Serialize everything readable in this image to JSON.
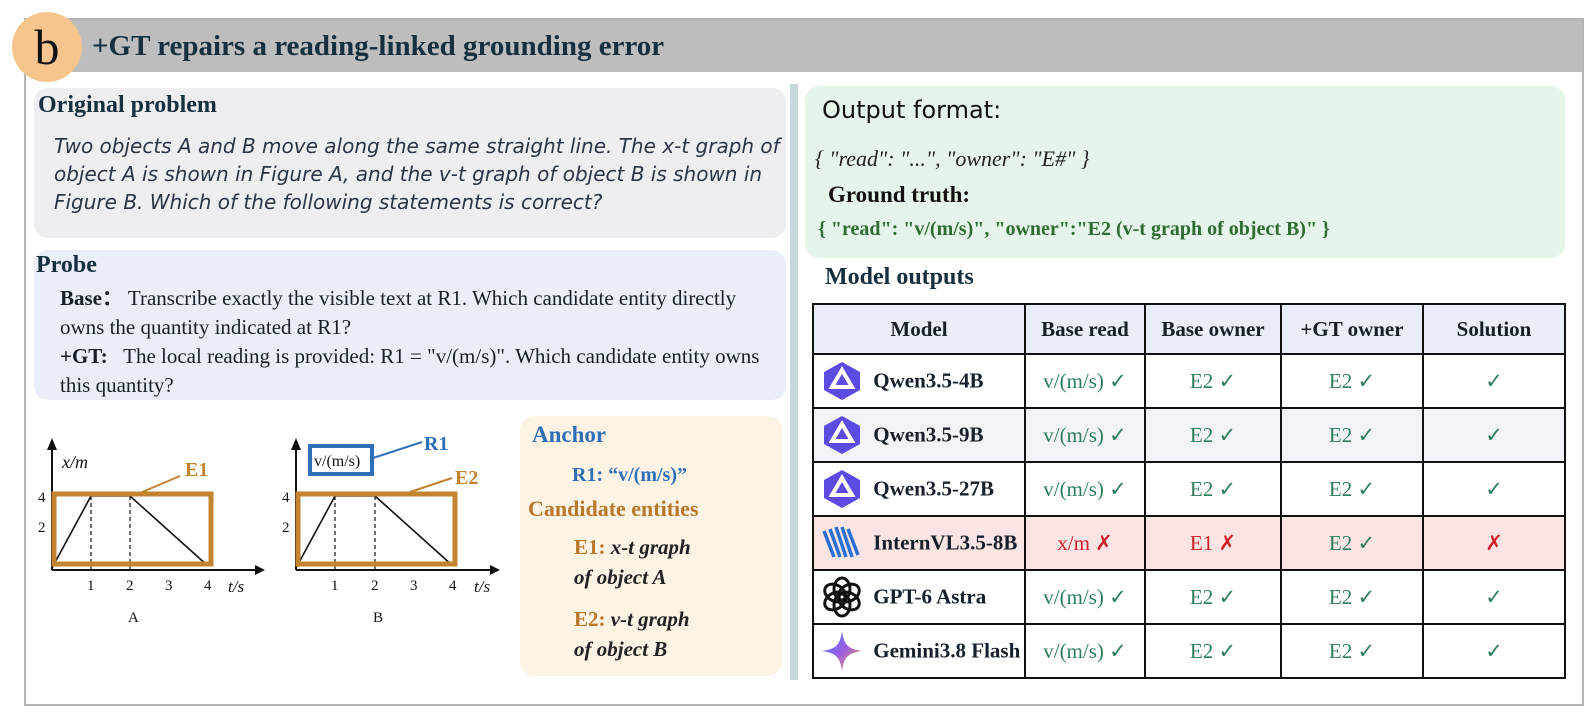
{
  "badge": "b",
  "title": "+GT repairs a reading-linked grounding error",
  "original_problem": {
    "heading": "Original problem",
    "text": "Two objects A and B move along the same straight line. The x-t graph of object A is shown in Figure A, and the v-t graph of object B is shown in Figure B. Which of the following statements is correct?"
  },
  "probe": {
    "heading": "Probe",
    "base_label": "Base：",
    "base_text": "Transcribe exactly the visible text at R1. Which candidate entity directly owns the quantity indicated at R1?",
    "gt_label": "+GT:",
    "gt_text": "The local reading is provided: R1 = \"v/(m/s)\". Which candidate entity owns this quantity?"
  },
  "figure": {
    "graph_a": {
      "y_label": "x/m",
      "x_label": "t/s",
      "caption": "A",
      "entity": "E1",
      "y_ticks": [
        "4",
        "2"
      ],
      "x_ticks": [
        "1",
        "2",
        "3",
        "4"
      ]
    },
    "graph_b": {
      "y_label": "v/(m/s)",
      "x_label": "t/s",
      "caption": "B",
      "entity": "E2",
      "region": "R1",
      "y_ticks": [
        "4",
        "2"
      ],
      "x_ticks": [
        "1",
        "2",
        "3",
        "4"
      ]
    }
  },
  "anchor": {
    "heading": "Anchor",
    "r1": "R1: “v/(m/s)”",
    "candidates_heading": "Candidate entities",
    "e1_label": "E1:",
    "e1_line1": "x-t graph",
    "e1_line2": "of object A",
    "e2_label": "E2:",
    "e2_line1": "v-t graph",
    "e2_line2": "of object B"
  },
  "output_format": {
    "heading": "Output format:",
    "code": "{ \"read\": \"...\", \"owner\": \"E#\" }",
    "gt_heading": "Ground truth:",
    "gt_code": "{ \"read\": \"v/(m/s)\", \"owner\":\"E2 (v-t graph of object B)\" }"
  },
  "model_outputs": {
    "heading": "Model outputs",
    "columns": [
      "Model",
      "Base read",
      "Base owner",
      "+GT owner",
      "Solution"
    ],
    "rows": [
      {
        "model": "Qwen3.5-4B",
        "logo": "qwen-icon",
        "base_read": "v/(m/s) ✓",
        "base_owner": "E2 ✓",
        "gt_owner": "E2 ✓",
        "solution": "✓"
      },
      {
        "model": "Qwen3.5-9B",
        "logo": "qwen-icon",
        "base_read": "v/(m/s) ✓",
        "base_owner": "E2 ✓",
        "gt_owner": "E2 ✓",
        "solution": "✓"
      },
      {
        "model": "Qwen3.5-27B",
        "logo": "qwen-icon",
        "base_read": "v/(m/s) ✓",
        "base_owner": "E2 ✓",
        "gt_owner": "E2 ✓",
        "solution": "✓"
      },
      {
        "model": "InternVL3.5-8B",
        "logo": "internvl-icon",
        "base_read": "x/m ✗",
        "base_owner": "E1 ✗",
        "gt_owner": "E2 ✓",
        "solution": "✗"
      },
      {
        "model": "GPT-6 Astra",
        "logo": "openai-icon",
        "base_read": "v/(m/s) ✓",
        "base_owner": "E2 ✓",
        "gt_owner": "E2 ✓",
        "solution": "✓"
      },
      {
        "model": "Gemini3.8 Flash",
        "logo": "gemini-icon",
        "base_read": "v/(m/s) ✓",
        "base_owner": "E2 ✓",
        "gt_owner": "E2 ✓",
        "solution": "✓"
      }
    ]
  },
  "colors": {
    "ok": "#2e7d5a",
    "bad": "#d0202a",
    "entity": "#b8772a",
    "anchor": "#2f6fb7"
  }
}
